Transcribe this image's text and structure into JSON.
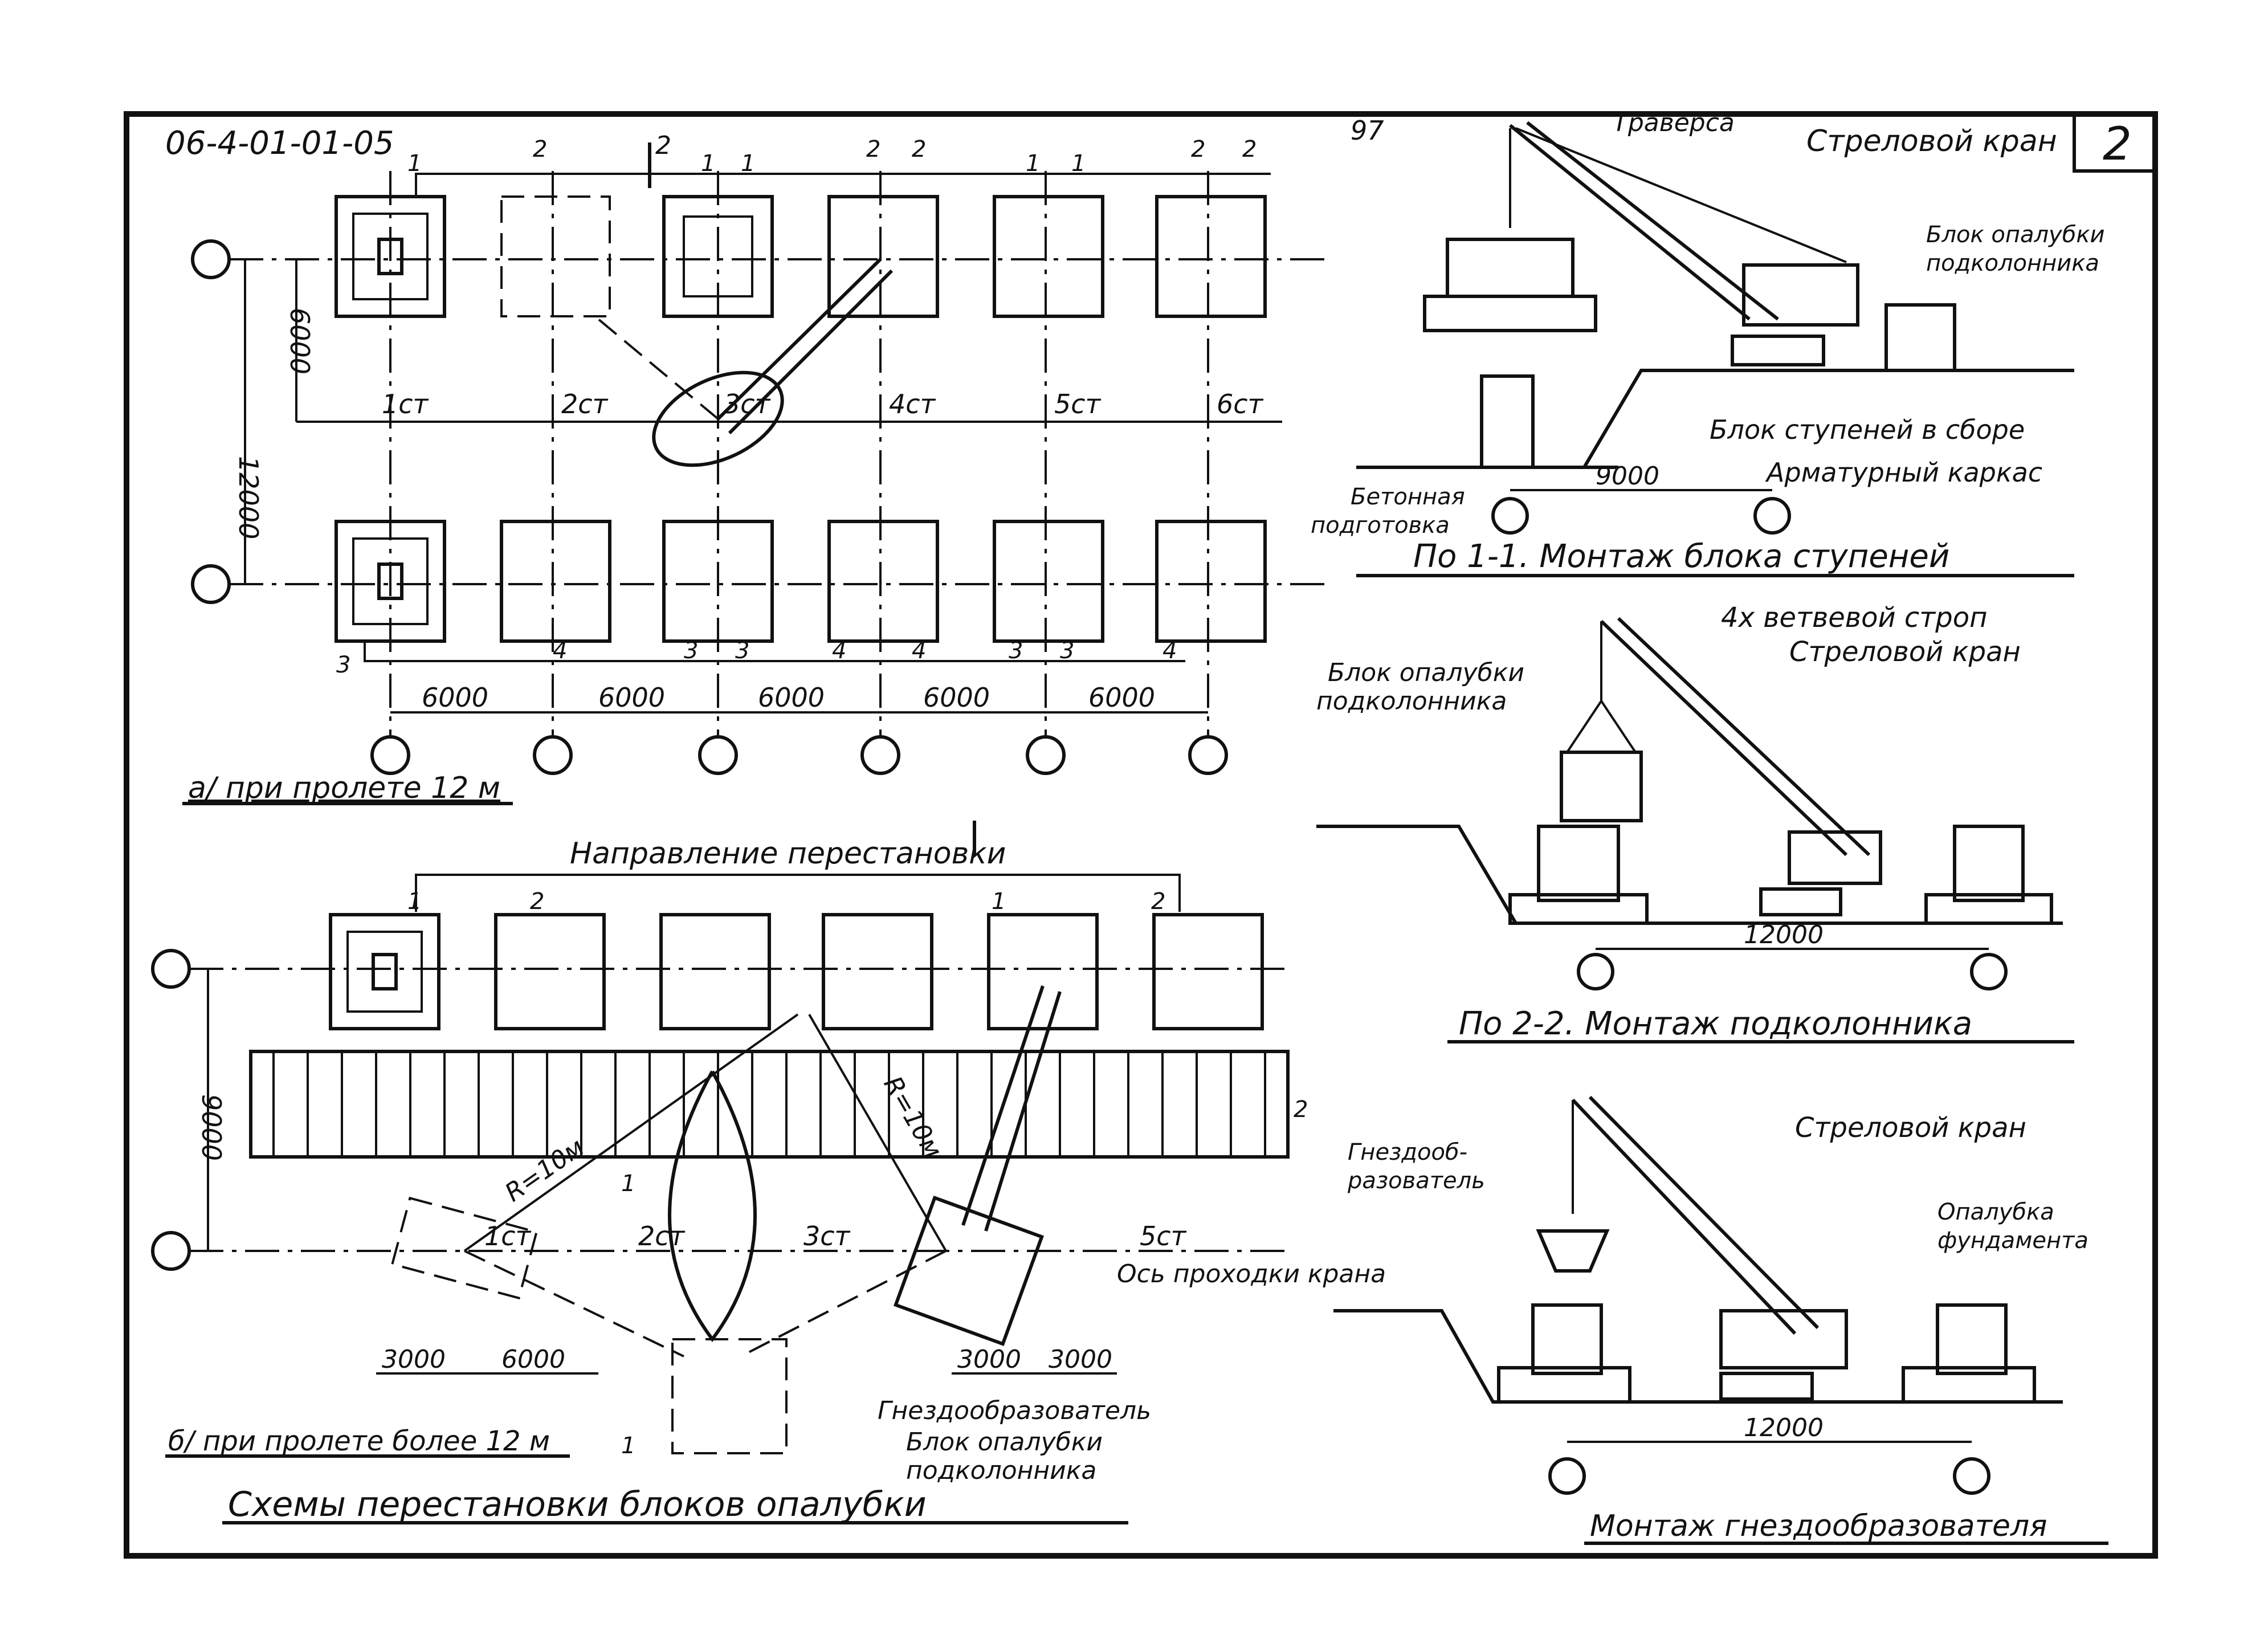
{
  "sheet": {
    "code": "06-4-01-01-05",
    "page_number": "97",
    "sheet_number": "2"
  },
  "plan_a": {
    "caption": "а/ при пролете 12 м",
    "dim_vertical_total": "12000",
    "dim_vertical_half": "6000",
    "spans": [
      "6000",
      "6000",
      "6000",
      "6000",
      "6000"
    ],
    "stations": [
      "1ст",
      "2ст",
      "3ст",
      "4ст",
      "5ст",
      "6ст"
    ],
    "top_step_numbers": [
      "1",
      "2",
      "2",
      "1",
      "1",
      "2",
      "2",
      "1",
      "1",
      "2",
      "2"
    ],
    "bottom_step_numbers": [
      "3",
      "4",
      "3",
      "3",
      "4",
      "4",
      "3",
      "3",
      "4"
    ],
    "section_mark": "2"
  },
  "plan_b": {
    "caption": "б/ при пролете более 12 м",
    "direction_label": "Направление перестановки",
    "dim_vertical": "9000",
    "dims_bottom": [
      "3000",
      "6000",
      "3000",
      "3000"
    ],
    "radius_left": "R=10м",
    "radius_right": "R=10м",
    "stations": [
      "1ст",
      "2ст",
      "3ст",
      "5ст"
    ],
    "crane_axis_label": "Ось проходки крана",
    "nest_former_label": "Гнездообразователь",
    "block_label_line1": "Блок опалубки",
    "block_label_line2": "подколонника",
    "top_numbers": [
      "1",
      "2",
      "1",
      "2"
    ],
    "side_marks": [
      "1",
      "2",
      "1"
    ]
  },
  "schemes_title": "Схемы перестановки блоков опалубки",
  "section_1": {
    "title": "По 1-1. Монтаж блока ступеней",
    "labels": {
      "traverse": "Траверса",
      "boom_crane": "Стреловой кран",
      "block_line1": "Блок опалубки",
      "block_line2": "подколонника",
      "steps_block": "Блок ступеней в сборе",
      "rebar_cage": "Арматурный каркас",
      "concrete_line1": "Бетонная",
      "concrete_line2": "подготовка"
    },
    "dim": "9000"
  },
  "section_2": {
    "title": "По 2-2. Монтаж подколонника",
    "labels": {
      "sling": "4х ветвевой строп",
      "boom_crane": "Стреловой кран",
      "block_line1": "Блок опалубки",
      "block_line2": "подколонника"
    },
    "dim": "12000"
  },
  "section_3": {
    "title": "Монтаж гнездообразователя",
    "labels": {
      "nest_line1": "Гнездооб-",
      "nest_line2": "разователь",
      "boom_crane": "Стреловой кран",
      "formwork_line1": "Опалубка",
      "formwork_line2": "фундамента"
    },
    "dim": "12000"
  }
}
